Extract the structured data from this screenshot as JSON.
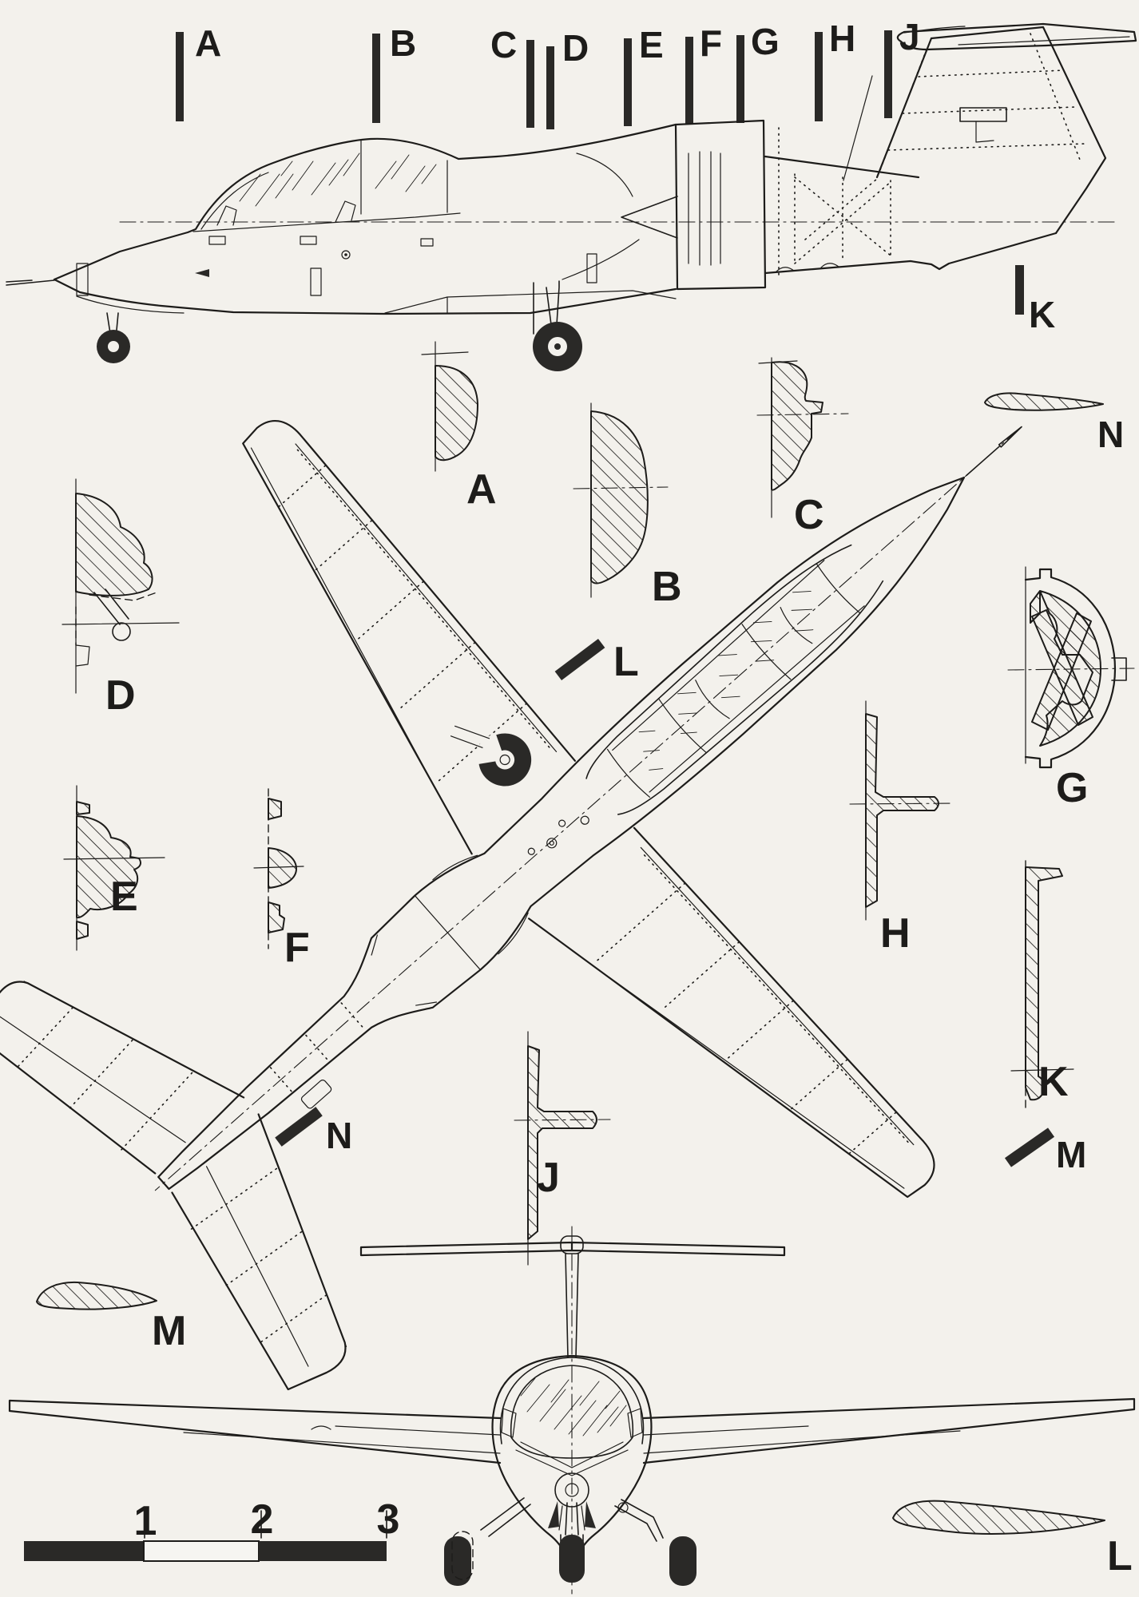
{
  "drawing": {
    "kind": "aircraft three-view line drawing",
    "colors": {
      "paper": "#f3f1ec",
      "ink": "#1d1c1a",
      "marker_bar": "#2a2927"
    }
  },
  "top_station_markers": [
    {
      "label": "A"
    },
    {
      "label": "B"
    },
    {
      "label": "C"
    },
    {
      "label": "D"
    },
    {
      "label": "E"
    },
    {
      "label": "F"
    },
    {
      "label": "G"
    },
    {
      "label": "H"
    },
    {
      "label": "J"
    }
  ],
  "side_station_marker": {
    "label": "K"
  },
  "cross_sections": [
    {
      "label": "A"
    },
    {
      "label": "B"
    },
    {
      "label": "C"
    },
    {
      "label": "D"
    },
    {
      "label": "E"
    },
    {
      "label": "F"
    },
    {
      "label": "G"
    },
    {
      "label": "H"
    },
    {
      "label": "J"
    },
    {
      "label": "K"
    }
  ],
  "airfoil_profiles": [
    {
      "label": "M"
    },
    {
      "label": "N"
    },
    {
      "label": "L"
    }
  ],
  "surface_cut_markers": [
    {
      "label": "L"
    },
    {
      "label": "M"
    },
    {
      "label": "N"
    }
  ],
  "scale_bar": {
    "tick_labels": [
      "1",
      "2",
      "3"
    ]
  }
}
